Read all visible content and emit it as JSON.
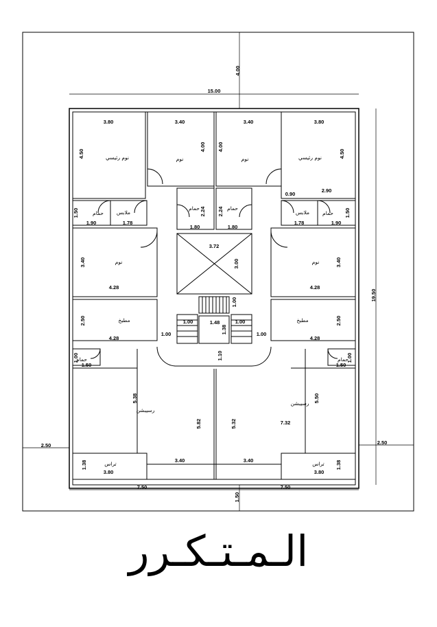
{
  "title": "الـمـتـكـرر",
  "dims": {
    "top_setback": "4.00",
    "overall_width": "15.00",
    "overall_depth": "19.50",
    "side_left": "2.50",
    "side_right": "2.50",
    "bottom_setback": "1.50",
    "bedroom_top_w_l": "3.80",
    "bedroom_top_w_r": "3.80",
    "bedroom_top_h_l": "4.50",
    "bedroom_top_h_r": "4.50",
    "room2_w_l": "3.40",
    "room2_w_r": "3.40",
    "room2_h_l": "4.00",
    "room2_h_r": "4.00",
    "gap_r": "0.90",
    "wet_r": "2.90",
    "bath_h_l": "1.50",
    "bath_h_r": "1.50",
    "bath_w_l": "1.90",
    "bath_w_r": "1.90",
    "dress_w_l": "1.78",
    "dress_w_r": "1.78",
    "bath2_h_l": "2.24",
    "bath2_h_r": "2.24",
    "bath2_w_l": "1.80",
    "bath2_w_r": "1.80",
    "stair_w": "3.72",
    "stair_h": "3.00",
    "bed_mid_h_l": "3.40",
    "bed_mid_h_r": "3.40",
    "bed_mid_w_l": "4.28",
    "bed_mid_w_r": "4.28",
    "kitchen_h_l": "2.50",
    "kitchen_h_r": "2.50",
    "kitchen_w_l": "4.28",
    "kitchen_w_r": "4.28",
    "door_l": "1.00",
    "door_r": "1.00",
    "lift_h": "1.00",
    "lobby_l": "1.00",
    "lobby_c": "1.48",
    "lobby_r": "1.00",
    "lobby_v": "1.38",
    "hall_h": "1.10",
    "wc_h_l": "1.00",
    "wc_h_r": "1.00",
    "wc_w_l": "1.50",
    "wc_w_r": "1.50",
    "living_h_l": "5.38",
    "living_h_r": "5.50",
    "living_d_l": "5.82",
    "living_d_r": "5.32",
    "living_w_r": "7.32",
    "terrace_mid_l": "3.40",
    "terrace_mid_r": "3.40",
    "terrace_h_l": "1.38",
    "terrace_h_r": "1.38",
    "terrace_w_l": "3.80",
    "terrace_w_r": "3.80",
    "half_w_l": "7.50",
    "half_w_r": "7.50"
  },
  "rooms": {
    "master_bed_l": "نوم رئيسي",
    "master_bed_r": "نوم رئيسي",
    "bed_l": "نوم",
    "bed_r": "نوم",
    "bath_l": "حمام",
    "bath_r": "حمام",
    "dress_l": "ملابس",
    "dress_r": "ملابس",
    "bath2_l": "حمام",
    "bath2_r": "حمام",
    "bed_mid_l": "نوم",
    "bed_mid_r": "نوم",
    "kitchen_l": "مطبخ",
    "kitchen_r": "مطبخ",
    "wc_l": "حمام",
    "wc_r": "حمام",
    "living_l": "رسيبشن",
    "living_r": "رسيبشن",
    "terrace_l": "تراس",
    "terrace_r": "تراس"
  }
}
